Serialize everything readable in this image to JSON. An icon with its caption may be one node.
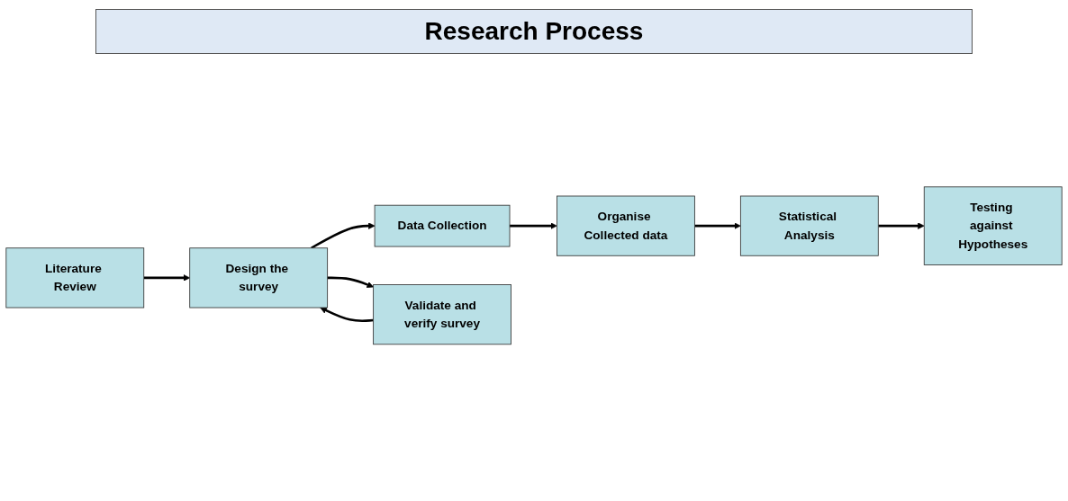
{
  "diagram": {
    "title": "Research Process",
    "nodes": [
      {
        "text": [
          "Literature Review"
        ]
      },
      {
        "text": [
          "Design the survey"
        ]
      },
      {
        "text": [
          "Data Collection"
        ]
      },
      {
        "text": [
          "Organise Collected data"
        ]
      },
      {
        "text": [
          "Statistical Analysis"
        ]
      },
      {
        "text": [
          "Testing against Hypotheses"
        ]
      },
      {
        "text": [
          "Validate and verify survey"
        ]
      }
    ],
    "edges": [
      {
        "from": 0,
        "to": 1,
        "arrow": "to"
      },
      {
        "from": 1,
        "to": 2,
        "arrow": "to"
      },
      {
        "from": 2,
        "to": 3,
        "arrow": "to"
      },
      {
        "from": 3,
        "to": 4,
        "arrow": "to"
      },
      {
        "from": 4,
        "to": 5,
        "arrow": "to"
      },
      {
        "from": 1,
        "to": 6,
        "arrow": "to"
      },
      {
        "from": 6,
        "to": 1,
        "arrow": "to"
      }
    ]
  }
}
